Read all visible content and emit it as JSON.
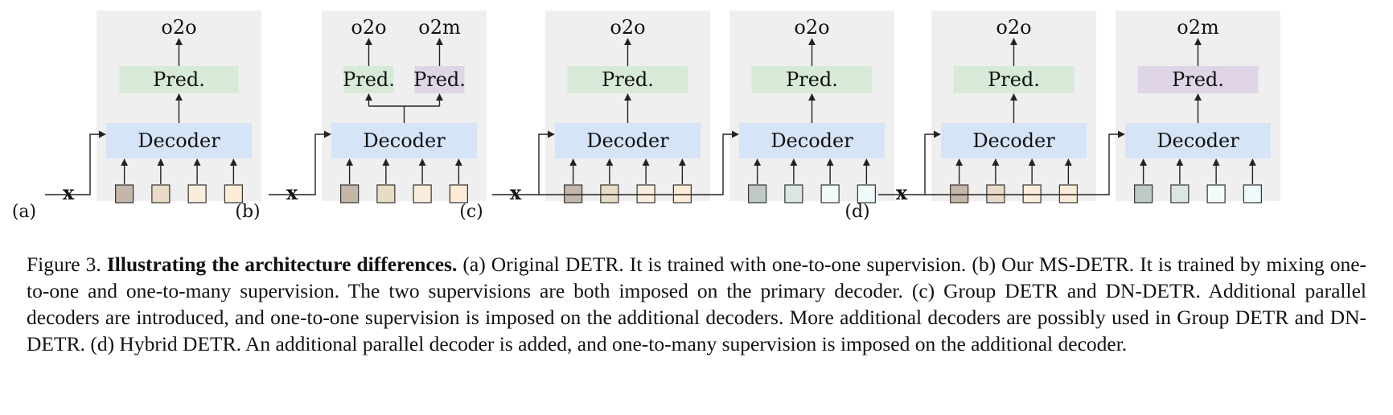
{
  "figure": {
    "panels": [
      {
        "label": "(a)",
        "input": "x",
        "columns": [
          {
            "decoder": "Decoder",
            "heads": [
              {
                "pred": "Pred.",
                "out": "o2o",
                "tint": "green"
              }
            ],
            "query_colors": [
              "#c5b6a8",
              "#eadbc7",
              "#fbeddb",
              "#fcebd7"
            ]
          }
        ]
      },
      {
        "label": "(b)",
        "input": "x",
        "columns": [
          {
            "decoder": "Decoder",
            "heads": [
              {
                "pred": "Pred.",
                "out": "o2o",
                "tint": "green"
              },
              {
                "pred": "Pred.",
                "out": "o2m",
                "tint": "purple"
              }
            ],
            "query_colors": [
              "#c5b6a8",
              "#eadbc7",
              "#fbeddb",
              "#fcebd7"
            ]
          }
        ]
      },
      {
        "label": "(c)",
        "input": "x",
        "columns": [
          {
            "decoder": "Decoder",
            "heads": [
              {
                "pred": "Pred.",
                "out": "o2o",
                "tint": "green"
              }
            ],
            "query_colors": [
              "#c5b6a8",
              "#eadbc7",
              "#fbeddb",
              "#fcebd7"
            ]
          },
          {
            "decoder": "Decoder",
            "heads": [
              {
                "pred": "Pred.",
                "out": "o2o",
                "tint": "green"
              }
            ],
            "query_colors": [
              "#bfc9c6",
              "#dbe6e3",
              "#f3fafa",
              "#effafa"
            ]
          }
        ]
      },
      {
        "label": "(d)",
        "input": "x",
        "columns": [
          {
            "decoder": "Decoder",
            "heads": [
              {
                "pred": "Pred.",
                "out": "o2o",
                "tint": "green"
              }
            ],
            "query_colors": [
              "#c5b6a8",
              "#eadbc7",
              "#fbeddb",
              "#fcebd7"
            ]
          },
          {
            "decoder": "Decoder",
            "heads": [
              {
                "pred": "Pred.",
                "out": "o2m",
                "tint": "purple"
              }
            ],
            "query_colors": [
              "#bfc9c6",
              "#dbe6e3",
              "#f3fafa",
              "#effafa"
            ]
          }
        ]
      }
    ],
    "colors": {
      "panel_bg": "#efefef",
      "decoder_fill": "#d6e4f7",
      "pred_green": "#d7ead8",
      "pred_purple": "#e0d5e7",
      "line": "#222222"
    }
  },
  "caption": {
    "prefix": "Figure 3.",
    "bold": "Illustrating the architecture differences.",
    "text": "(a) Original DETR. It is trained with one-to-one supervision. (b) Our MS-DETR. It is trained by mixing one-to-one and one-to-many supervision. The two supervisions are both imposed on the primary decoder. (c) Group DETR and DN-DETR. Additional parallel decoders are introduced, and one-to-one supervision is imposed on the additional decoders. More additional decoders are possibly used in Group DETR and DN-DETR. (d) Hybrid DETR. An additional parallel decoder is added, and one-to-many supervision is imposed on the additional decoder."
  }
}
